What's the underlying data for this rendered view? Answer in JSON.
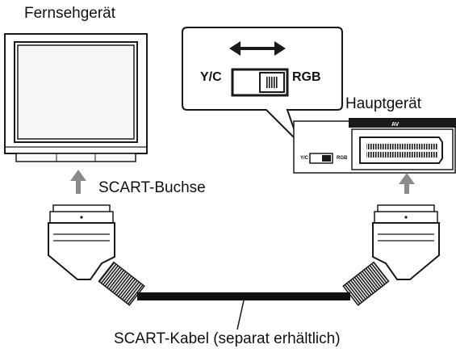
{
  "labels": {
    "tv": "Fernsehgerät",
    "main_unit": "Hauptgerät",
    "scart_jack": "SCART-Buchse",
    "cable": "SCART-Kabel (separat erhältlich)",
    "switch_left": "Y/C",
    "switch_right": "RGB",
    "av_panel": "AV",
    "small_switch_left": "Y/C",
    "small_switch_right": "RGB"
  },
  "switch_position": "RGB",
  "colors": {
    "line": "#1a1a1a",
    "arrow_fill": "#8a8a8a",
    "tv_screen": "#f7f7f7",
    "cable": "#111111",
    "panel_dark": "#1a1a1a"
  }
}
